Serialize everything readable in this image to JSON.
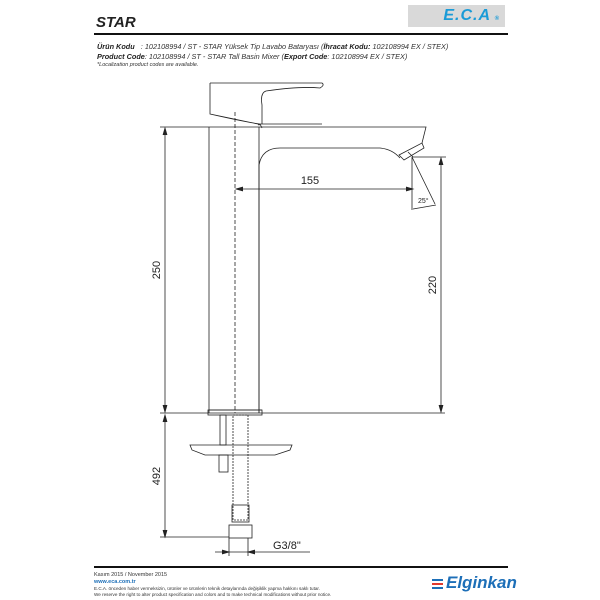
{
  "header": {
    "title": "STAR",
    "logo_text": "E.C.A",
    "logo_mark": "®"
  },
  "product_info": {
    "tr_label": "Ürün Kodu",
    "tr_value": ": 102108994 / ST - STAR Yüksek Tip Lavabo Bataryası (",
    "tr_export_label": "İhracat Kodu:",
    "tr_export_value": " 102108994 EX / STEX)",
    "en_label": "Product Code",
    "en_value": ": 102108994 / ST - STAR Tall Basin Mixer (",
    "en_export_label": "Export Code",
    "en_export_value": ": 102108994 EX / STEX)",
    "note": "*Localization product codes are available."
  },
  "drawing": {
    "dim_height_total": "250",
    "dim_spout_reach": "155",
    "dim_spout_height": "220",
    "dim_angle": "25°",
    "dim_hose": "492",
    "dim_connection": "G3/8\""
  },
  "footer": {
    "date": "Kasım 2015 / November 2015",
    "website": "www.eca.com.tr",
    "note_tr": "E.C.A. önceden haber vermeksizin, ürünler ve ürünlerin teknik detaylarında değişiklik yapma hakkını saklı tutar.",
    "note_en": "We reserve the right to alter product specification and colors and to make technical modifications without prior notice.",
    "brand": "Elginkan"
  },
  "colors": {
    "eca_blue": "#1a9bd7",
    "elginkan_blue": "#1d6fb8",
    "elginkan_red": "#e03a2f"
  }
}
